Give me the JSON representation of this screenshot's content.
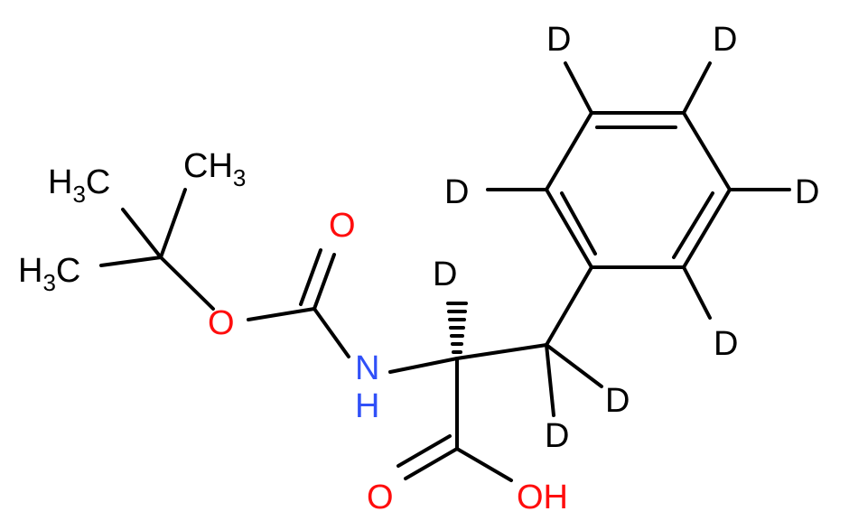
{
  "molecule": {
    "labels": {
      "D_ring_top_left": "D",
      "D_ring_top_right": "D",
      "D_ring_left": "D",
      "D_ring_right": "D",
      "D_ring_bottom_right": "D",
      "D_alpha": "D",
      "D_beta_right": "D",
      "D_beta_bottom": "D",
      "methyl_top_left": {
        "main": "H",
        "sub": "3",
        "tail": "C"
      },
      "methyl_top_right": {
        "main": "CH",
        "sub": "3"
      },
      "methyl_left": {
        "main": "H",
        "sub": "3",
        "tail": "C"
      },
      "carbonyl_oxygen": "O",
      "ether_oxygen": "O",
      "amine": {
        "n": "N",
        "h": "H"
      },
      "acid_carbonyl_oxygen": "O",
      "hydroxyl": "OH"
    },
    "colors": {
      "carbon_bonds": "#000000",
      "oxygen": "#ff0d0d",
      "nitrogen": "#3050f8",
      "deuterium": "#000000"
    }
  }
}
